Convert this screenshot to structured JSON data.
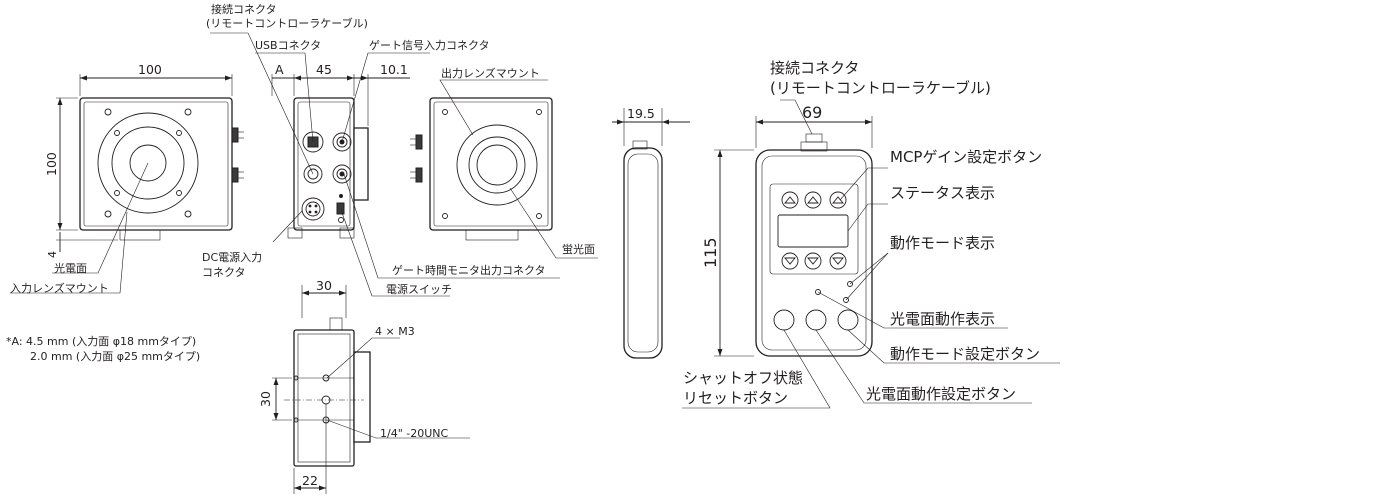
{
  "camera": {
    "front": {
      "dim_width": "100",
      "dim_height": "100",
      "dim_offset": "4",
      "label_photocathode": "光電面",
      "label_input_lens_mount": "入力レンズマウント"
    },
    "side": {
      "label_connector_line1": "接続コネクタ",
      "label_connector_line2": "(リモートコントローラケーブル)",
      "label_usb": "USBコネクタ",
      "label_gate_input": "ゲート信号入力コネクタ",
      "dim_a": "A",
      "dim_45": "45",
      "dim_10_1": "10.1",
      "label_dc_line1": "DC電源入力",
      "label_dc_line2": "コネクタ",
      "label_gate_monitor": "ゲート時間モニタ出力コネクタ",
      "label_power_switch": "電源スイッチ"
    },
    "rear": {
      "label_output_lens_mount": "出力レンズマウント",
      "label_phosphor": "蛍光面"
    },
    "bottom": {
      "dim_30_top": "30",
      "dim_30_side": "30",
      "dim_22": "22",
      "label_screws": "4 × M3",
      "label_tripod": "1/4\" -20UNC"
    },
    "note_line1": "*A: 4.5 mm (入力面 φ18 mmタイプ)",
    "note_line2": "2.0 mm (入力面 φ25 mmタイプ)"
  },
  "remote": {
    "dim_side_thickness": "19.5",
    "dim_width": "69",
    "dim_height": "115",
    "label_connector_line1": "接続コネクタ",
    "label_connector_line2": "(リモートコントローラケーブル)",
    "label_mcp_gain": "MCPゲイン設定ボタン",
    "label_status": "ステータス表示",
    "label_mode_display": "動作モード表示",
    "label_photocathode_display": "光電面動作表示",
    "label_mode_button": "動作モード設定ボタン",
    "label_shutter_line1": "シャットオフ状態",
    "label_shutter_line2": "リセットボタン",
    "label_photocathode_button": "光電面動作設定ボタン"
  }
}
